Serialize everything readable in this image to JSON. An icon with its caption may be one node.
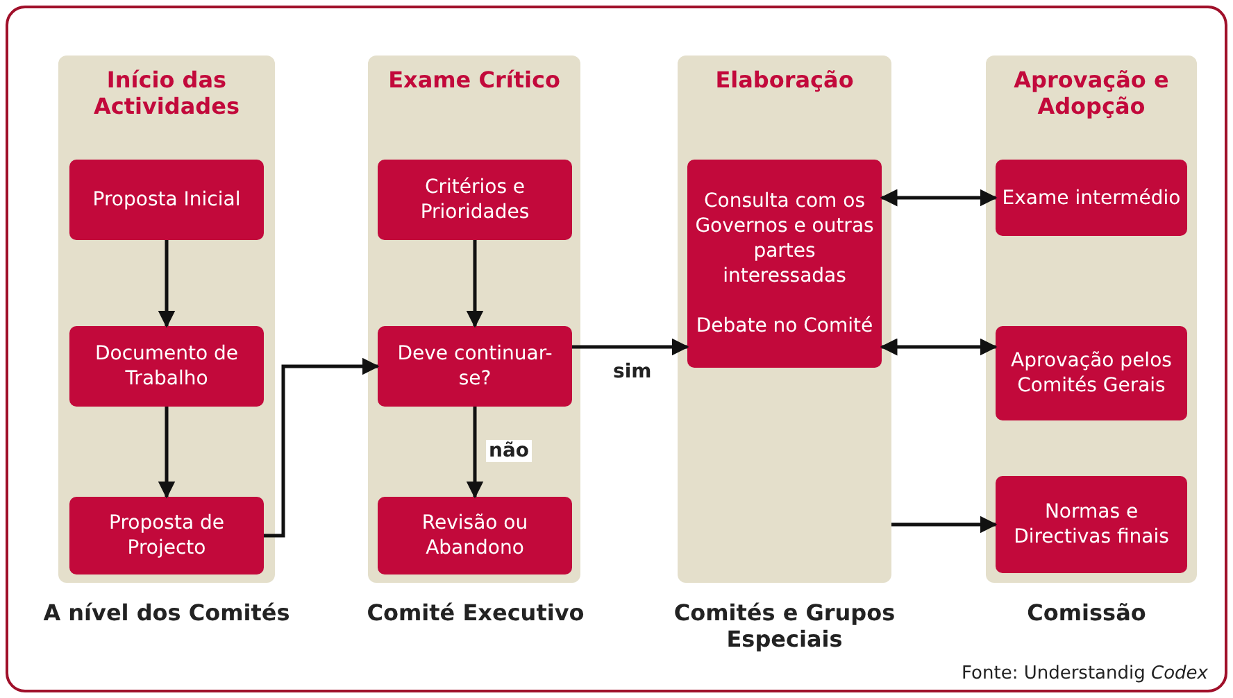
{
  "diagram": {
    "caption": "Fonte: Understandig *Codex*",
    "nodes": [
      {
        "text": [
          "Início das Actividades"
        ]
      },
      {
        "text": [
          "Proposta Inicial"
        ],
        "in": 0
      },
      {
        "text": [
          "Documento de Trabalho"
        ],
        "in": 0
      },
      {
        "text": [
          "Proposta de Projecto"
        ],
        "in": 0
      },
      {
        "text": [
          "Exame Crítico"
        ]
      },
      {
        "text": [
          "Critérios e Prioridades"
        ],
        "in": 4
      },
      {
        "text": [
          "Deve continuar-se?"
        ],
        "in": 4
      },
      {
        "text": [
          "Revisão ou Abandono"
        ],
        "in": 4
      },
      {
        "text": [
          "Elaboração"
        ]
      },
      {
        "text": [
          "Consulta com os Governos e outras partes interessadas",
          "Debate no Comité"
        ],
        "in": 8
      },
      {
        "text": [
          "Aprovação e Adopção"
        ]
      },
      {
        "text": [
          "Exame intermédio"
        ],
        "in": 10
      },
      {
        "text": [
          "Aprovação pelos Comités Gerais"
        ],
        "in": 10
      },
      {
        "text": [
          "Normas e Directivas finais"
        ],
        "in": 10
      }
    ],
    "edges": [
      {
        "from": 1,
        "to": 2,
        "arrow": "to"
      },
      {
        "from": 2,
        "to": 3,
        "arrow": "to"
      },
      {
        "from": 3,
        "to": 6,
        "arrow": "to"
      },
      {
        "from": 5,
        "to": 6,
        "arrow": "to"
      },
      {
        "from": 6,
        "to": 9,
        "label": "sim",
        "arrow": "to"
      },
      {
        "from": 6,
        "to": 7,
        "label": "não",
        "arrow": "to"
      },
      {
        "from": 9,
        "to": 11,
        "arrow": "both"
      },
      {
        "from": 9,
        "to": 12,
        "arrow": "both"
      },
      {
        "from": 8,
        "to": 13,
        "arrow": "to"
      }
    ],
    "labels": [
      "A nível dos Comités",
      "Comité Executivo",
      "Comités e Grupos Especiais",
      "Comissão"
    ]
  }
}
